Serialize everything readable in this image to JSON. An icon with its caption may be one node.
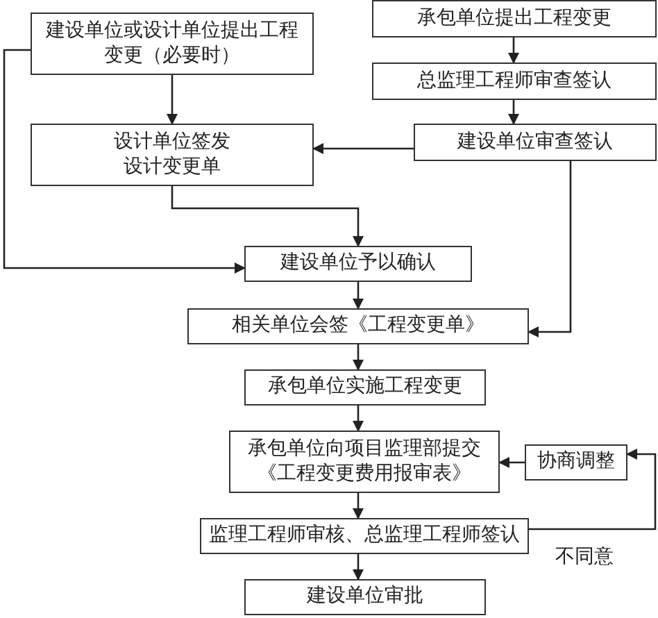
{
  "diagram": {
    "nodes": [
      {
        "text": [
          "建设单位或设计单位提出工程变更（必要时）"
        ]
      },
      {
        "text": [
          "承包单位提出工程变更"
        ]
      },
      {
        "text": [
          "总监理工程师审查签认"
        ]
      },
      {
        "text": [
          "建设单位审查签认"
        ]
      },
      {
        "text": [
          "设计单位签发设计变更单"
        ]
      },
      {
        "text": [
          "建设单位予以确认"
        ]
      },
      {
        "text": [
          "相关单位会签《工程变更单》"
        ]
      },
      {
        "text": [
          "承包单位实施工程变更"
        ]
      },
      {
        "text": [
          "承包单位向项目监理部提交《工程变更费用报审表》"
        ]
      },
      {
        "text": [
          "协商调整"
        ]
      },
      {
        "text": [
          "监理工程师审核、总监理工程师签认"
        ]
      },
      {
        "text": [
          "建设单位审批"
        ]
      }
    ],
    "edges": [
      {
        "from": 0,
        "to": 4,
        "arrow": "to"
      },
      {
        "from": 0,
        "to": 5,
        "arrow": "to"
      },
      {
        "from": 1,
        "to": 2,
        "arrow": "to"
      },
      {
        "from": 2,
        "to": 3,
        "arrow": "to"
      },
      {
        "from": 3,
        "to": 4,
        "arrow": "to"
      },
      {
        "from": 4,
        "to": 5,
        "arrow": "to"
      },
      {
        "from": 3,
        "to": 6,
        "arrow": "to"
      },
      {
        "from": 5,
        "to": 6,
        "arrow": "to"
      },
      {
        "from": 6,
        "to": 7,
        "arrow": "to"
      },
      {
        "from": 7,
        "to": 8,
        "arrow": "to"
      },
      {
        "from": 9,
        "to": 8,
        "arrow": "to"
      },
      {
        "from": 8,
        "to": 10,
        "arrow": "to"
      },
      {
        "from": 10,
        "to": 9,
        "arrow": "to",
        "label": "不同意"
      },
      {
        "from": 10,
        "to": 11,
        "arrow": "to"
      }
    ]
  }
}
